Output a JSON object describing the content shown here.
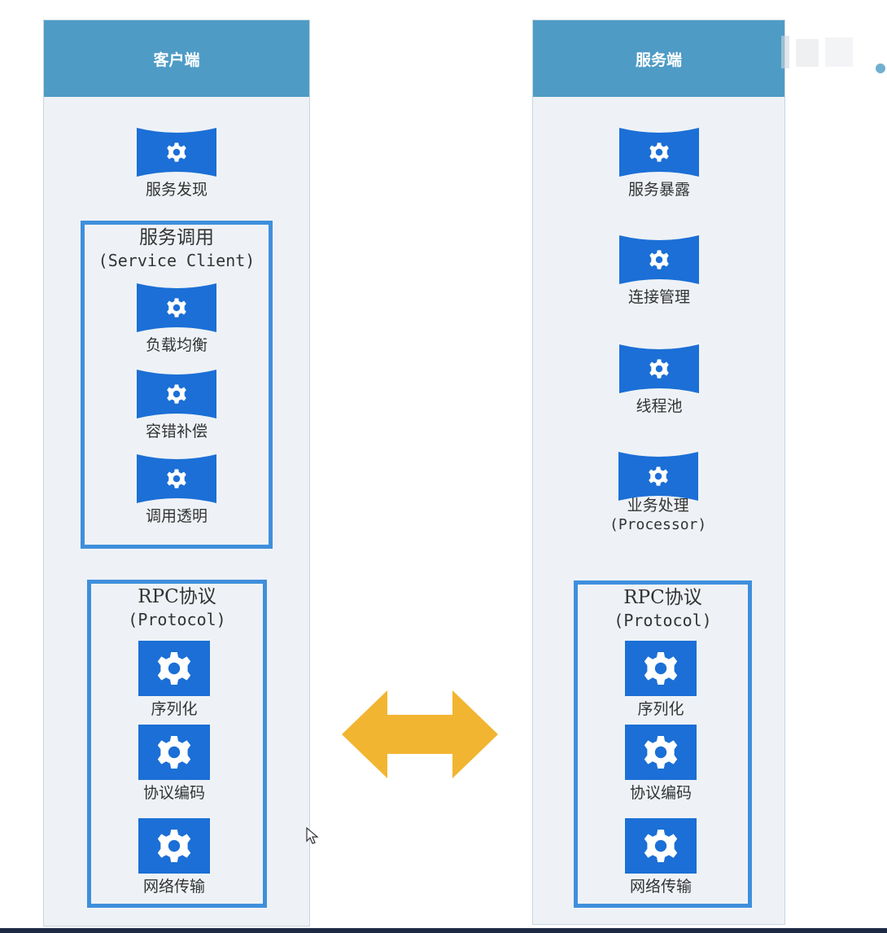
{
  "client": {
    "header": "客户端",
    "discovery": "服务发现",
    "invoke_group": {
      "title": "服务调用",
      "subtitle": "(Service Client)",
      "items": [
        "负载均衡",
        "容错补偿",
        "调用透明"
      ]
    },
    "protocol_group": {
      "title": "RPC协议",
      "subtitle": "(Protocol)",
      "items": [
        "序列化",
        "协议编码",
        "网络传输"
      ]
    }
  },
  "server": {
    "header": "服务端",
    "items": [
      "服务暴露",
      "连接管理",
      "线程池"
    ],
    "processor": {
      "label": "业务处理",
      "sub": "(Processor)"
    },
    "protocol_group": {
      "title": "RPC协议",
      "subtitle": "(Protocol)",
      "items": [
        "序列化",
        "协议编码",
        "网络传输"
      ]
    }
  },
  "colors": {
    "header": "#4e9bc6",
    "panel": "#eef2f6",
    "icon": "#1b6fd6",
    "group_border": "#3f8fdc",
    "arrow": "#f2b531"
  },
  "icons": {
    "flag": "gear-flag-icon",
    "box": "gear-box-icon",
    "arrow": "double-arrow-icon",
    "cursor": "mouse-cursor-icon"
  }
}
